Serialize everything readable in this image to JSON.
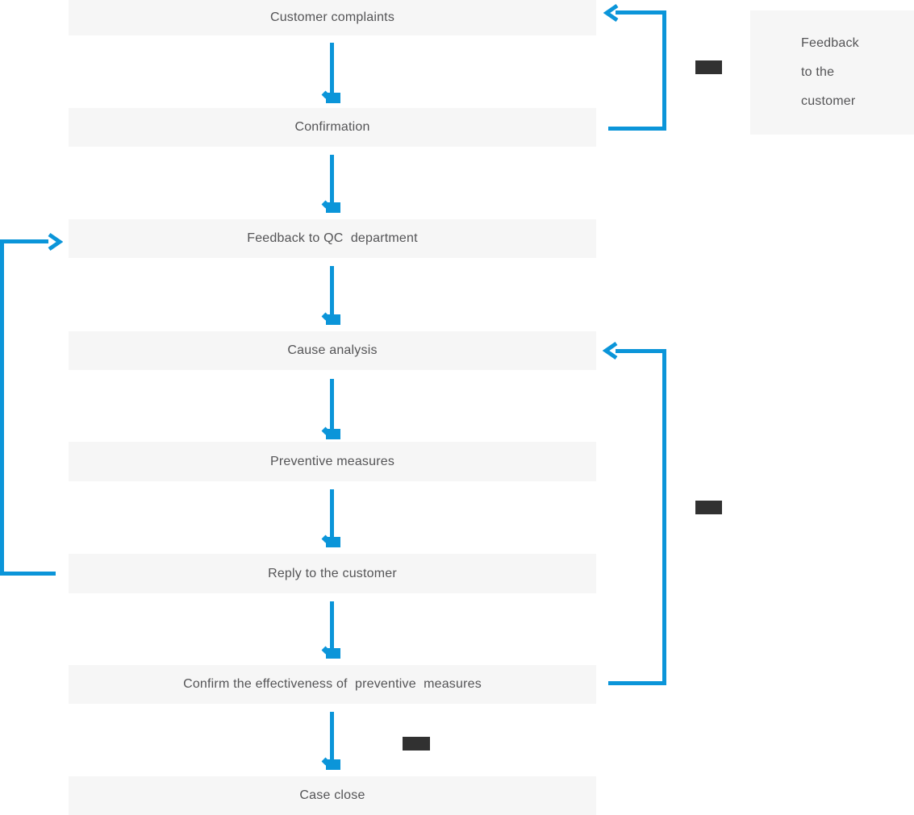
{
  "colors": {
    "accent": "#0b95d9",
    "node_bg": "#f6f6f6",
    "text": "#545456",
    "marker": "#313131",
    "canvas": "#ffffff"
  },
  "flowchart": {
    "nodes": [
      {
        "label": "Customer complaints"
      },
      {
        "label": "Confirmation"
      },
      {
        "label": "Feedback to QC  department"
      },
      {
        "label": "Cause analysis"
      },
      {
        "label": "Preventive measures"
      },
      {
        "label": "Reply to the customer"
      },
      {
        "label": "Confirm the effectiveness of  preventive  measures"
      },
      {
        "label": "Case close"
      }
    ],
    "side_note": {
      "lines": [
        "Feedback",
        "to the",
        "customer"
      ]
    },
    "edges": [
      {
        "from": "Customer complaints",
        "to": "Confirmation",
        "type": "down-arrow"
      },
      {
        "from": "Confirmation",
        "to": "Feedback to QC  department",
        "type": "down-arrow"
      },
      {
        "from": "Feedback to QC  department",
        "to": "Cause analysis",
        "type": "down-arrow"
      },
      {
        "from": "Cause analysis",
        "to": "Preventive measures",
        "type": "down-arrow"
      },
      {
        "from": "Preventive measures",
        "to": "Reply to the customer",
        "type": "down-arrow"
      },
      {
        "from": "Reply to the customer",
        "to": "Confirm the effectiveness of  preventive  measures",
        "type": "down-arrow"
      },
      {
        "from": "Confirm the effectiveness of  preventive  measures",
        "to": "Case close",
        "type": "down-arrow"
      },
      {
        "from": "Confirmation",
        "to": "Customer complaints",
        "type": "loop-right-side"
      },
      {
        "from": "Confirm the effectiveness of  preventive  measures",
        "to": "Cause analysis",
        "type": "loop-right-side"
      },
      {
        "from": "Reply to the customer",
        "to": "Feedback to QC  department",
        "type": "loop-left-side"
      }
    ]
  }
}
